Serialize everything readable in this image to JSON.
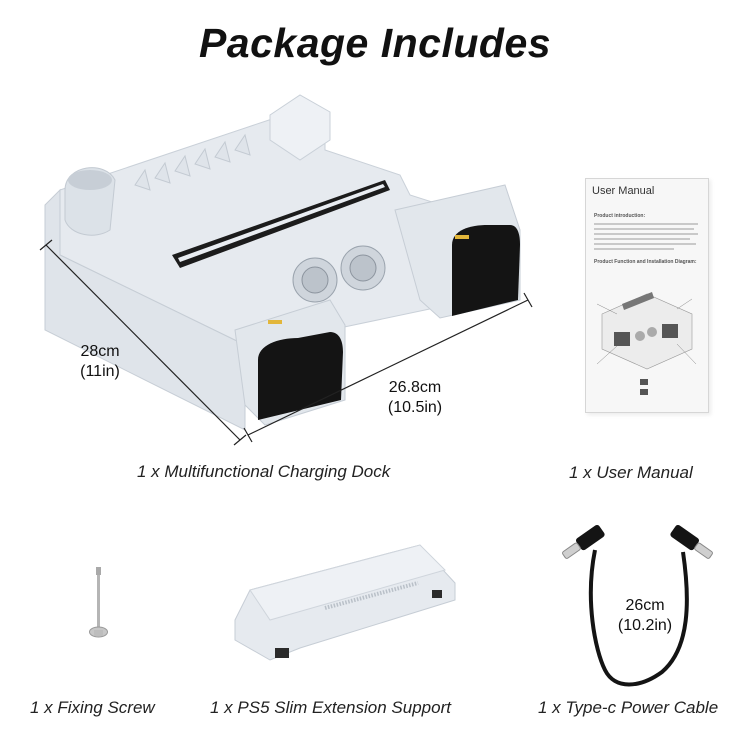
{
  "title": "Package Includes",
  "dock": {
    "caption": "1 x Multifunctional Charging Dock",
    "depth_cm": "28cm",
    "depth_in": "(11in)",
    "width_cm": "26.8cm",
    "width_in": "(10.5in)"
  },
  "manual": {
    "caption": "1 x User Manual",
    "doc_title": "User Manual",
    "section_1": "Product introduction:",
    "section_2": "Product Function and Installation Diagram:"
  },
  "screw": {
    "caption": "1 x Fixing Screw"
  },
  "support": {
    "caption": "1 x PS5 Slim Extension Support"
  },
  "cable": {
    "caption": "1 x Type-c Power Cable",
    "length_cm": "26cm",
    "length_in": "(10.2in)"
  },
  "colors": {
    "product_white": "#e9edf2",
    "product_shade": "#c9d0d8",
    "charger_black": "#141414",
    "accent_yellow": "#e2b63a"
  }
}
